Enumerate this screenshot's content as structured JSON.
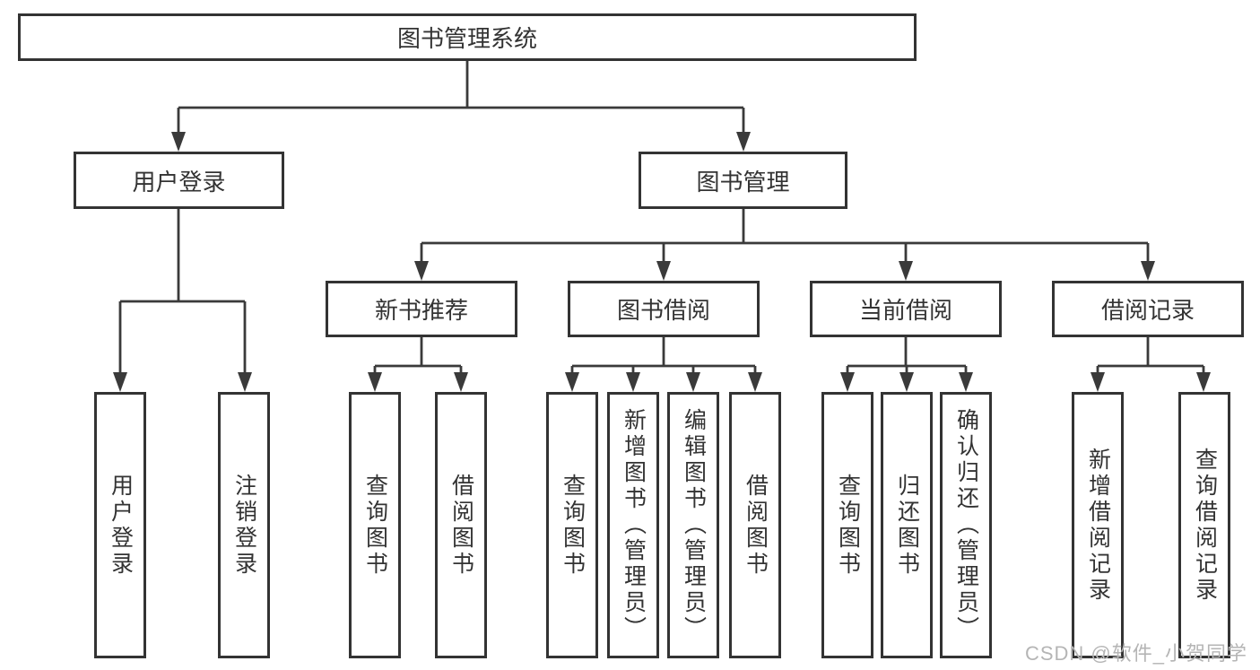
{
  "diagram": {
    "title": "图书管理系统",
    "level2": {
      "user_login": "用户登录",
      "book_mgmt": "图书管理"
    },
    "level3": {
      "new_books": "新书推荐",
      "book_borrow": "图书借阅",
      "current_borrow": "当前借阅",
      "borrow_records": "借阅记录"
    },
    "leaves": {
      "user": [
        "用户登录",
        "注销登录"
      ],
      "recommend": [
        "查询图书",
        "借阅图书"
      ],
      "borrow": [
        "查询图书",
        "新增图书（管理员）",
        "编辑图书（管理员）",
        "借阅图书"
      ],
      "current": [
        "查询图书",
        "归还图书",
        "确认归还（管理员）"
      ],
      "records": [
        "新增借阅记录",
        "查询借阅记录"
      ]
    },
    "colors": {
      "line": "#3a3a3a",
      "box_border": "#333333",
      "box_bg": "#ffffff",
      "text": "#333333"
    }
  },
  "watermark": "CSDN @软件_小贺同学"
}
